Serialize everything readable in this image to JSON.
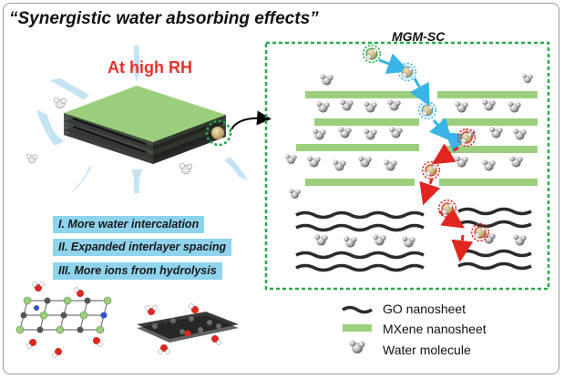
{
  "title": "“Synergistic water absorbing effects”",
  "condition": "At high RH",
  "panel_title": "MGM-SC",
  "effects": [
    "I. More water intercalation",
    "II. Expanded interlayer spacing",
    "III. More ions from hydrolysis"
  ],
  "legend": {
    "go": "GO nanosheet",
    "mxene": "MXene nanosheet",
    "water": "Water molecule"
  },
  "colors": {
    "mxene_green": "#9ccf7d",
    "go_black": "#2b2b2b",
    "cyan_arrow": "#3ab4e6",
    "red_arrow": "#e0271f",
    "highlight": "#8fd3ec",
    "frame_green": "#2aa84a"
  }
}
